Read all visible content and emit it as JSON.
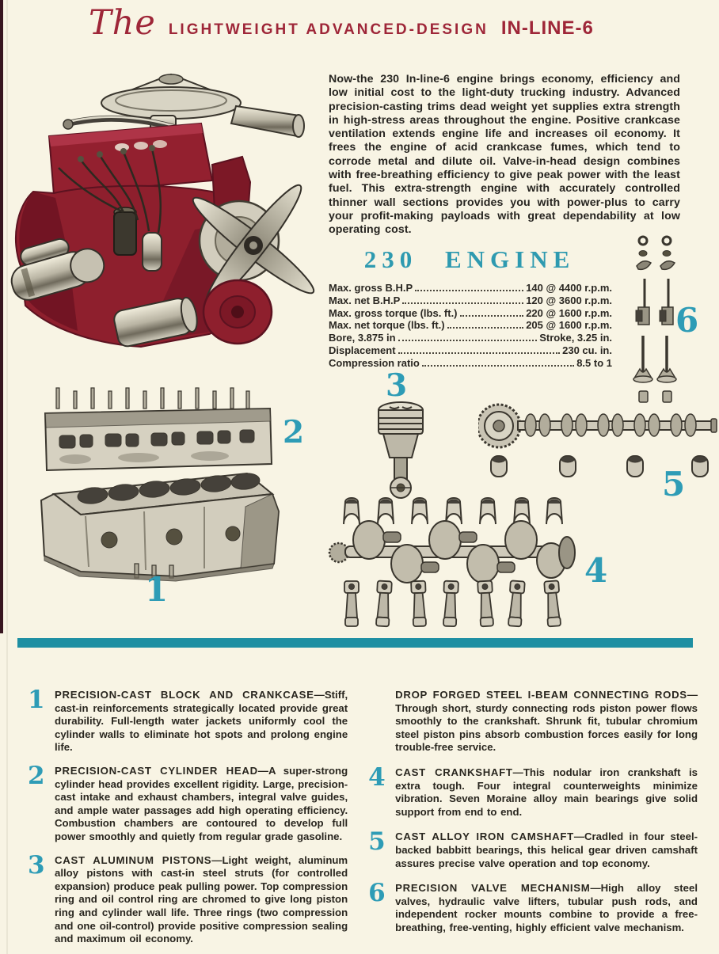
{
  "header": {
    "the": "The",
    "main": "LIGHTWEIGHT ADVANCED-DESIGN",
    "suffix": "IN-LINE-6"
  },
  "intro": {
    "text": "Now-the 230 In-line-6 engine brings economy, efficiency and low initial cost to the light-duty trucking industry. Advanced precision-casting trims dead weight yet supplies extra strength in high-stress areas throughout the engine. Positive crankcase ventilation extends engine life and increases oil economy. It frees the engine of acid crankcase fumes, which tend to corrode metal and dilute oil. Valve-in-head design combines with free-breathing efficiency to give peak power with the least fuel. This extra-strength engine with accurately controlled thinner wall sections provides you with power-plus to carry your profit-making payloads with great dependability at low operating cost."
  },
  "specs": {
    "heading": "230 ENGINE",
    "rows": [
      {
        "label": "Max. gross B.H.P",
        "value": "140 @ 4400 r.p.m."
      },
      {
        "label": "Max. net B.H.P",
        "value": "120 @ 3600 r.p.m."
      },
      {
        "label": "Max. gross torque (lbs. ft.)",
        "value": "220 @ 1600 r.p.m."
      },
      {
        "label": "Max. net torque (lbs. ft.)",
        "value": "205 @ 1600 r.p.m."
      },
      {
        "label": "Bore, 3.875 in",
        "value": "Stroke, 3.25 in."
      },
      {
        "label": "Displacement",
        "value": "230 cu. in."
      },
      {
        "label": "Compression ratio",
        "value": "8.5 to 1"
      }
    ]
  },
  "diagram": {
    "labels": [
      "1",
      "2",
      "3",
      "4",
      "5",
      "6"
    ],
    "parts": [
      "engine-assembly",
      "cylinder-block",
      "cylinder-head",
      "piston-assembly",
      "crankshaft",
      "camshaft",
      "valve-mechanism"
    ]
  },
  "features": {
    "left": [
      {
        "num": "1",
        "heading": "PRECISION-CAST BLOCK AND CRANKCASE",
        "body": "—Stiff, cast-in reinforcements strategically located provide great durability. Full-length water jackets uniformly cool the cylinder walls to eliminate hot spots and prolong engine life."
      },
      {
        "num": "2",
        "heading": "PRECISION-CAST CYLINDER HEAD",
        "body": "—A super-strong cylinder head provides excellent rigidity. Large, precision-cast intake and exhaust chambers, integral valve guides, and ample water passages add high operating efficiency. Combustion chambers are contoured to develop full power smoothly and quietly from regular grade gasoline."
      },
      {
        "num": "3",
        "heading": "CAST ALUMINUM PISTONS",
        "body": "—Light weight, aluminum alloy pistons with cast-in steel struts (for controlled expansion) produce peak pulling power. Top compression ring and oil control ring are chromed to give long piston ring and cylinder wall life. Three rings (two compression and one oil-control) provide positive compression sealing and maximum oil economy."
      }
    ],
    "right": [
      {
        "num": "",
        "heading": "DROP FORGED STEEL I-BEAM CONNECTING RODS",
        "body": "—Through short, sturdy connecting rods piston power flows smoothly to the crankshaft. Shrunk fit, tubular chromium steel piston pins absorb combustion forces easily for long trouble-free service."
      },
      {
        "num": "4",
        "heading": "CAST CRANKSHAFT",
        "body": "—This nodular iron crankshaft is extra tough. Four integral counterweights minimize vibration. Seven Moraine alloy main bearings give solid support from end to end."
      },
      {
        "num": "5",
        "heading": "CAST ALLOY IRON CAMSHAFT",
        "body": "—Cradled in four steel-backed babbitt bearings, this helical gear driven camshaft assures precise valve operation and top economy."
      },
      {
        "num": "6",
        "heading": "PRECISION VALVE MECHANISM",
        "body": "—High alloy steel valves, hydraulic valve lifters, tubular push rods, and independent rocker mounts combine to provide a free-breathing, free-venting, highly efficient valve mechanism."
      }
    ]
  },
  "colors": {
    "title_maroon": "#9e2638",
    "accent_teal": "#2e9ab0",
    "divider_teal": "#1e8fa2",
    "engine_red": "#8e1f2d",
    "paper": "#f8f4e4"
  }
}
